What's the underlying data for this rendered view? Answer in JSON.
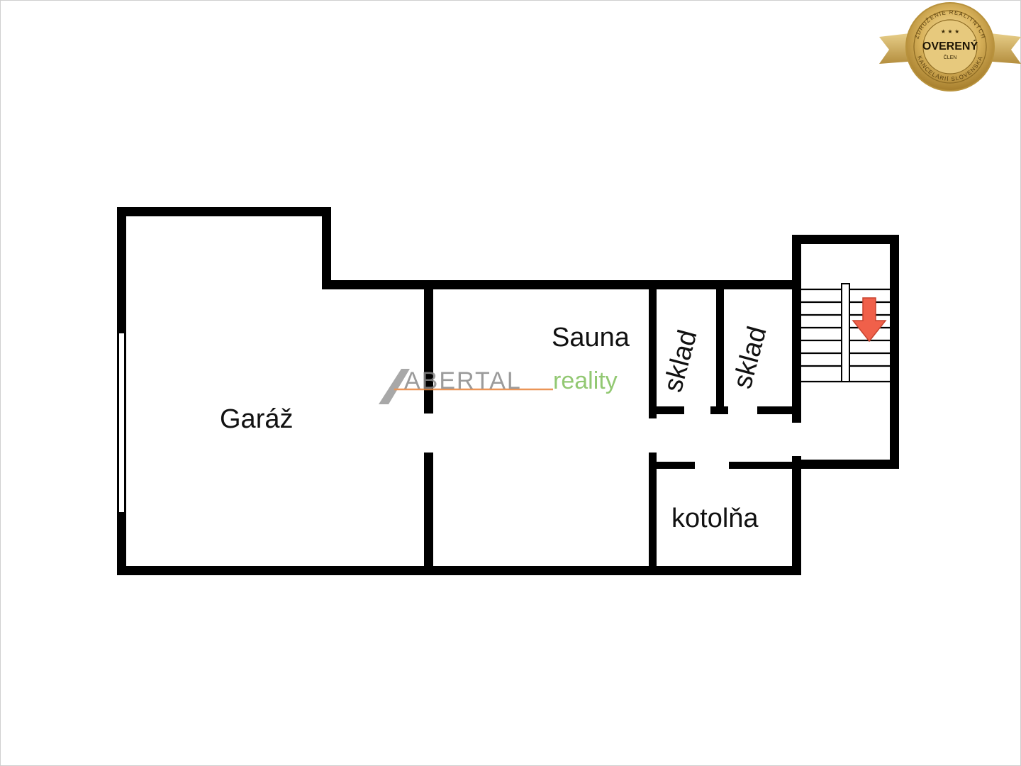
{
  "badge": {
    "title": "OVERENÝ",
    "subtitle": "ČLEN",
    "ring_top": "ZDRUŽENIE REALITNÝCH",
    "ring_bottom": "KANCELÁRIÍ SLOVENSKA",
    "stars": "★ ★ ★"
  },
  "watermark": {
    "brand": "ABERTAL",
    "suffix": "reality"
  },
  "rooms": {
    "garage": "Garáž",
    "sauna": "Sauna",
    "storage_1": "sklad",
    "storage_2": "sklad",
    "boiler_room": "kotolňa"
  },
  "colors": {
    "wall": "#000000",
    "arrow": "#f0604a",
    "badge_gold": "#c9a14a",
    "watermark_gray": "#8a8a8a",
    "watermark_green": "#7fbf5a",
    "watermark_orange": "#e8833a"
  }
}
